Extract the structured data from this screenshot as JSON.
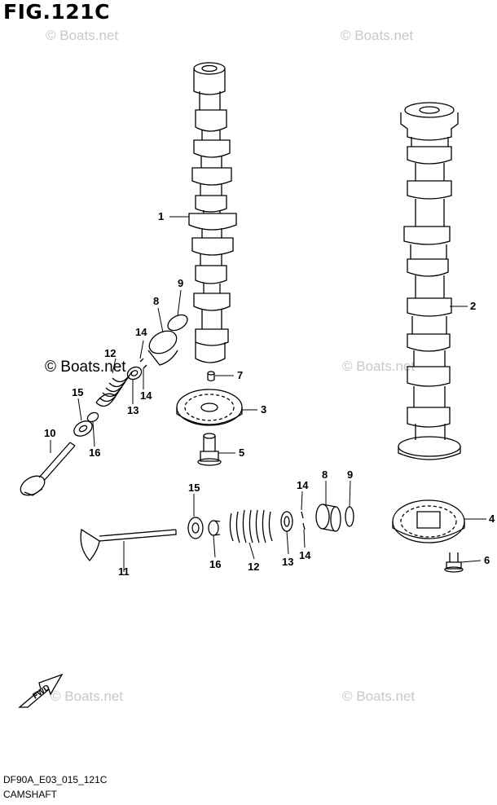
{
  "figure_title": "FIG.121C",
  "diagram_code": "DF90A_E03_015_121C",
  "caption": "CAMSHAFT",
  "watermark": "© Boats.net",
  "fwd_label": "FWD",
  "callouts": [
    "1",
    "2",
    "3",
    "4",
    "5",
    "6",
    "7",
    "8",
    "9",
    "10",
    "11",
    "12",
    "13",
    "14",
    "15",
    "16"
  ]
}
